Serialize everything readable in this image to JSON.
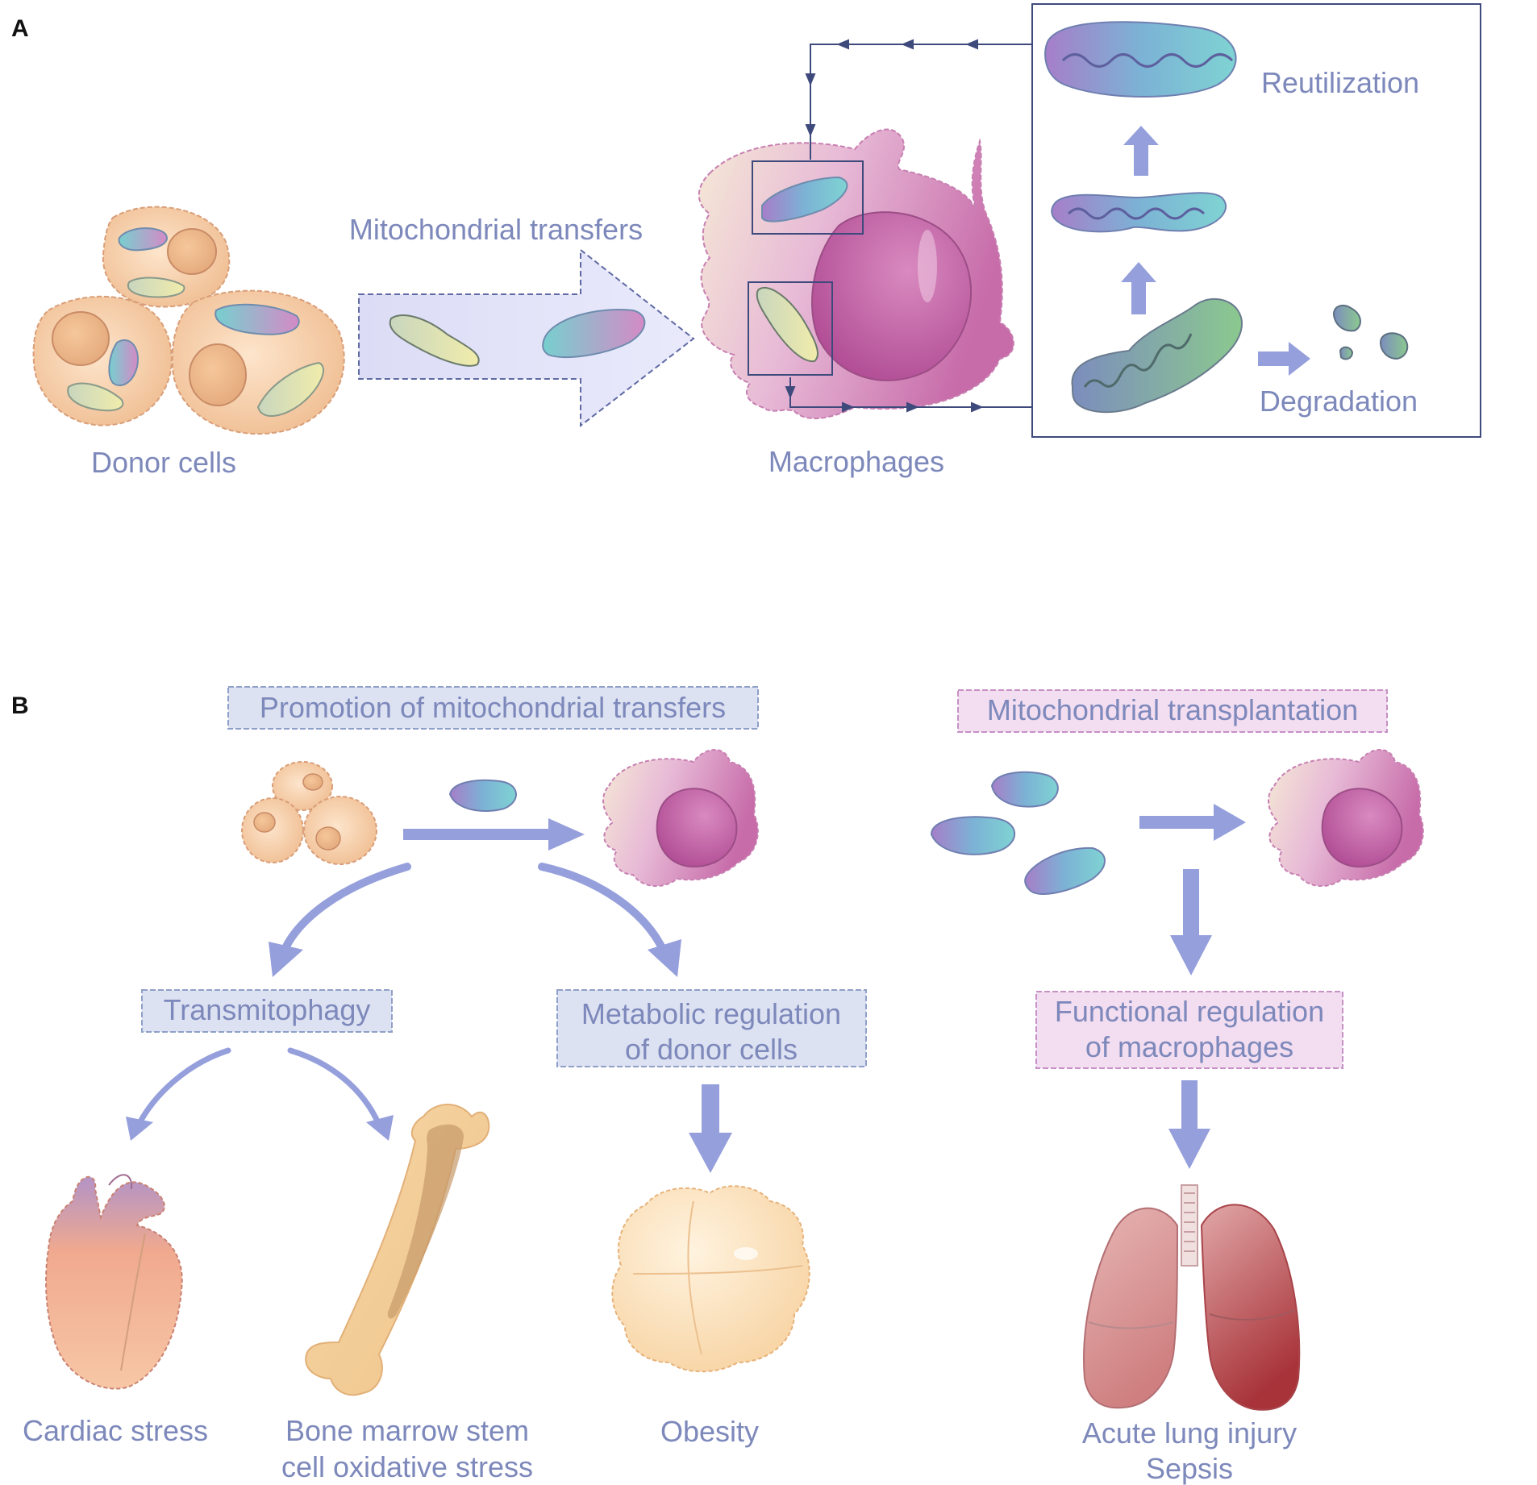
{
  "panel_a": {
    "letter": "A",
    "donor_label": "Donor cells",
    "transfer_label": "Mitochondrial transfers",
    "macrophage_label": "Macrophages",
    "reutilization_label": "Reutilization",
    "degradation_label": "Degradation"
  },
  "panel_b": {
    "letter": "B",
    "promotion_title": "Promotion of mitochondrial transfers",
    "transplantation_title": "Mitochondrial transplantation",
    "transmitophagy_label": "Transmitophagy",
    "metabolic_line1": "Metabolic regulation",
    "metabolic_line2": "of donor cells",
    "functional_line1": "Functional regulation",
    "functional_line2": "of macrophages",
    "cardiac_label": "Cardiac stress",
    "bone_line1": "Bone marrow stem",
    "bone_line2": "cell oxidative stress",
    "obesity_label": "Obesity",
    "lung_line1": "Acute lung injury",
    "lung_line2": "Sepsis"
  },
  "colors": {
    "text": "#7d88bb",
    "arrow": "#959fdc",
    "blue_box_fill": "#dde2f2",
    "pink_box_fill": "#f3ddf0",
    "pink_box_stroke": "#c691c6",
    "frame_line": "#3f4a7c"
  }
}
